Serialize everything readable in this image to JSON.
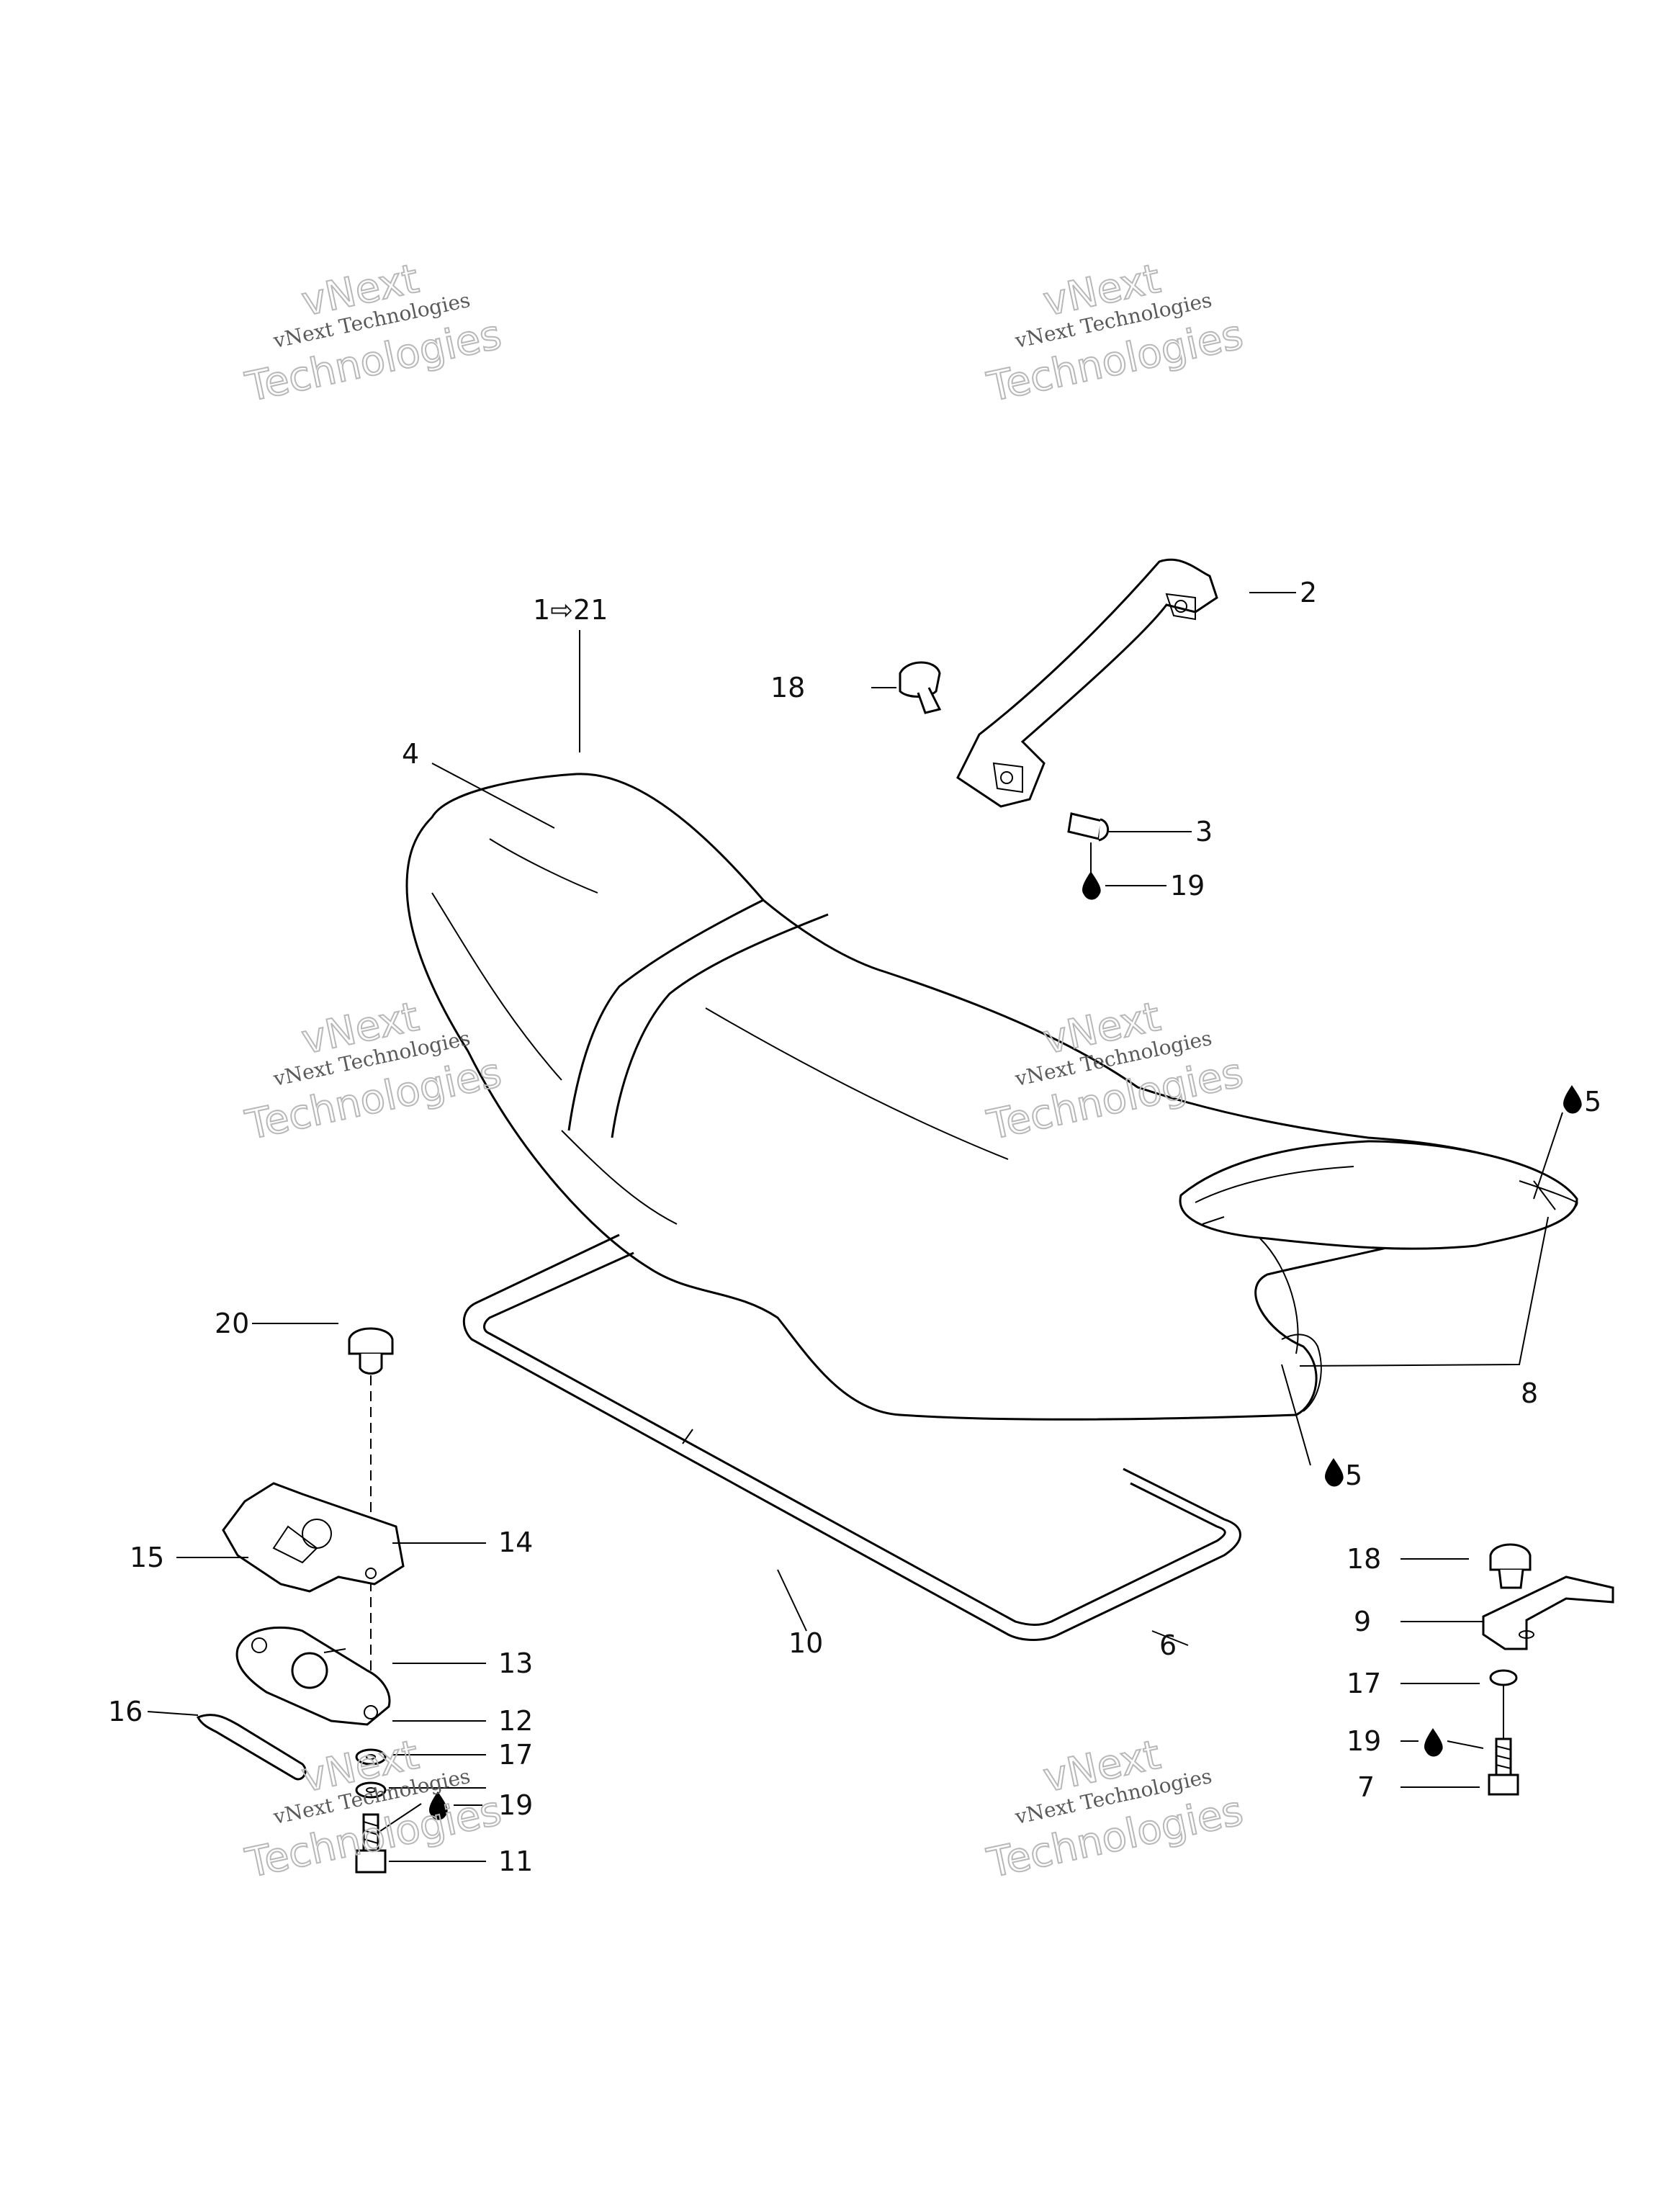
{
  "callouts": {
    "c1_21": "1⇨21",
    "c2": "2",
    "c3": "3",
    "c4": "4",
    "c5_top": "5",
    "c5_bottom": "5",
    "c6": "6",
    "c7": "7",
    "c8": "8",
    "c9": "9",
    "c10": "10",
    "c11": "11",
    "c12": "12",
    "c13": "13",
    "c14": "14",
    "c15": "15",
    "c16": "16",
    "c17_left": "17",
    "c17_right": "17",
    "c18_top": "18",
    "c18_right": "18",
    "c19_top": "19",
    "c19_left": "19",
    "c19_right": "19",
    "c20": "20"
  },
  "watermark": {
    "line_a": "vNext",
    "line_b": "vNext Technologies",
    "line_c": "Technologies"
  },
  "icons": {
    "drop": "loctite-drop-icon"
  }
}
